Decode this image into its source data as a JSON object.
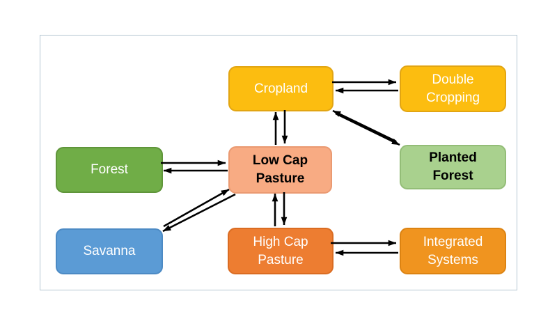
{
  "diagram": {
    "type": "transition-diagram",
    "background": "#FFFFFF",
    "frame_border_color": "#B5C5D2",
    "arrow_color": "#000000",
    "nodes": [
      {
        "id": "cropland",
        "label": "Cropland",
        "fill": "#FCBD10",
        "border": "#E2A512",
        "text_color": "#FFFFFF"
      },
      {
        "id": "double-cropping",
        "label": "Double Cropping",
        "fill": "#FCBD10",
        "border": "#E2A512",
        "text_color": "#FFFFFF"
      },
      {
        "id": "forest",
        "label": "Forest",
        "fill": "#70AD47",
        "border": "#5F953A",
        "text_color": "#FFFFFF"
      },
      {
        "id": "low-cap-pasture",
        "label": "Low Cap Pasture",
        "fill": "#F8AB83",
        "border": "#EA9A72",
        "text_color": "#000000"
      },
      {
        "id": "planted-forest",
        "label": "Planted Forest",
        "fill": "#A9D18E",
        "border": "#93BD77",
        "text_color": "#000000"
      },
      {
        "id": "savanna",
        "label": "Savanna",
        "fill": "#5B9BD5",
        "border": "#4C8AC4",
        "text_color": "#FFFFFF"
      },
      {
        "id": "high-cap-pasture",
        "label": "High Cap Pasture",
        "fill": "#ED7D31",
        "border": "#DA6C22",
        "text_color": "#FFFFFF"
      },
      {
        "id": "integrated-systems",
        "label": "Integrated Systems",
        "fill": "#F0941F",
        "border": "#DC8312",
        "text_color": "#FFFFFF"
      }
    ],
    "edges": [
      {
        "from": "Cropland",
        "to": "Double Cropping"
      },
      {
        "from": "Double Cropping",
        "to": "Cropland"
      },
      {
        "from": "Forest",
        "to": "Low Cap Pasture"
      },
      {
        "from": "Low Cap Pasture",
        "to": "Forest"
      },
      {
        "from": "Low Cap Pasture",
        "to": "Cropland"
      },
      {
        "from": "Cropland",
        "to": "Low Cap Pasture"
      },
      {
        "from": "Cropland",
        "to": "Planted Forest"
      },
      {
        "from": "Planted Forest",
        "to": "Cropland"
      },
      {
        "from": "Low Cap Pasture",
        "to": "Savanna"
      },
      {
        "from": "Savanna",
        "to": "Low Cap Pasture"
      },
      {
        "from": "Low Cap Pasture",
        "to": "High Cap Pasture"
      },
      {
        "from": "High Cap Pasture",
        "to": "Low Cap Pasture"
      },
      {
        "from": "High Cap Pasture",
        "to": "Integrated Systems"
      },
      {
        "from": "Integrated Systems",
        "to": "High Cap Pasture"
      }
    ]
  }
}
